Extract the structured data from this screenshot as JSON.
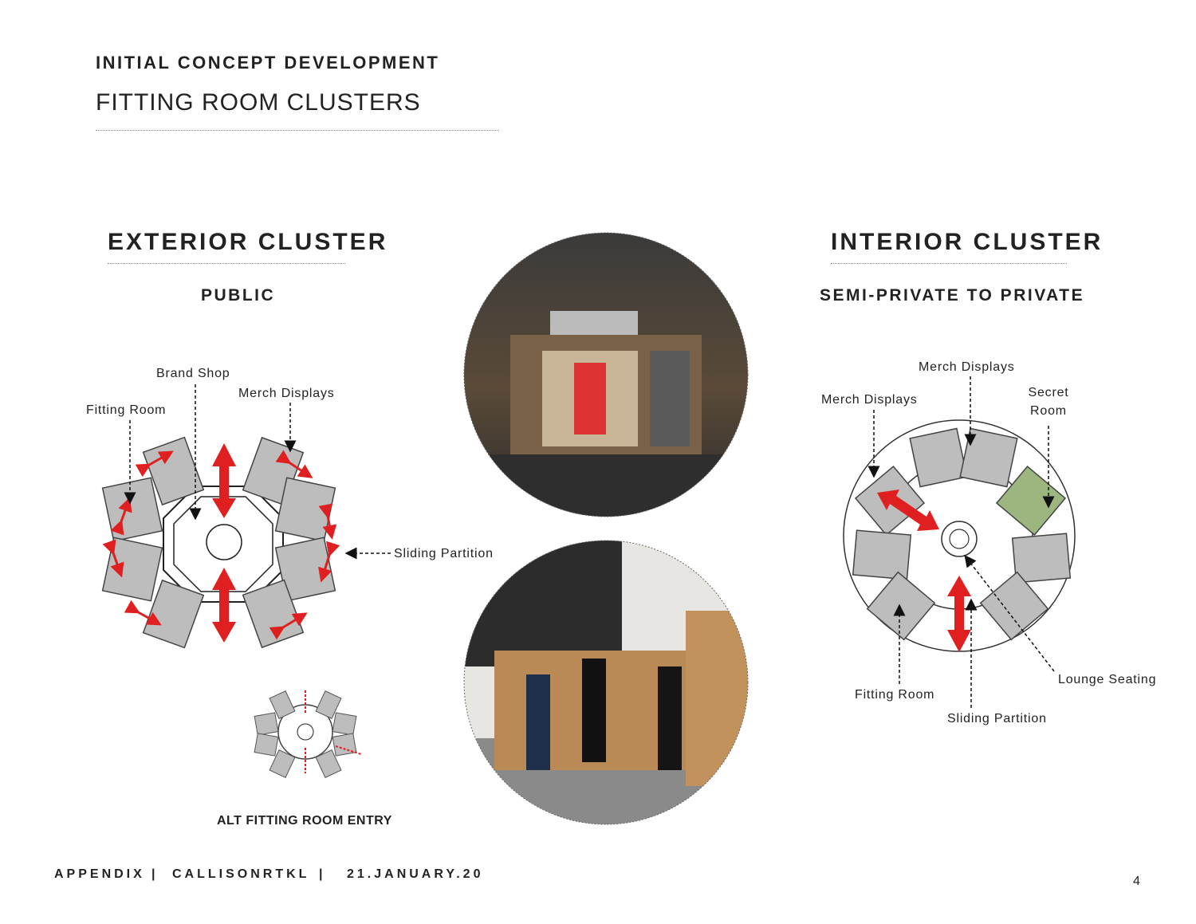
{
  "header": {
    "kicker": "INITIAL CONCEPT DEVELOPMENT",
    "title": "FITTING ROOM CLUSTERS"
  },
  "exterior": {
    "title": "EXTERIOR CLUSTER",
    "subtitle": "PUBLIC",
    "labels": {
      "brand_shop": "Brand Shop",
      "merch_displays": "Merch Displays",
      "fitting_room": "Fitting Room",
      "sliding_partition": "Sliding Partition"
    },
    "alt_caption": "ALT FITTING ROOM ENTRY"
  },
  "interior": {
    "title": "INTERIOR CLUSTER",
    "subtitle": "SEMI-PRIVATE TO PRIVATE",
    "labels": {
      "merch_displays_top": "Merch Displays",
      "merch_displays_left": "Merch Displays",
      "secret_room": "Secret Room",
      "fitting_room": "Fitting Room",
      "sliding_partition": "Sliding Partition",
      "lounge_seating": "Lounge Seating"
    }
  },
  "footer": {
    "appendix": "APPENDIX",
    "firm": "CALLISONRTKL",
    "date": "21.JANUARY.20",
    "page": "4"
  },
  "colors": {
    "room_fill": "#bdbdbd",
    "secret_room_fill": "#9db57f",
    "arrow_red": "#e02020"
  }
}
